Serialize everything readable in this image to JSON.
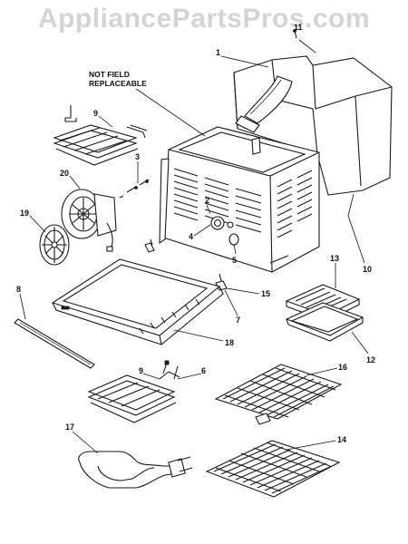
{
  "watermark": "AppliancePartsPros.com",
  "note": {
    "line1": "NOT FIELD",
    "line2": "REPLACEABLE"
  },
  "callouts": {
    "c1": "1",
    "c11": "11",
    "c9a": "9",
    "c3": "3",
    "c20": "20",
    "c19": "19",
    "c4": "4",
    "c5": "5",
    "c10": "10",
    "c2": "2",
    "c13": "13",
    "c15": "15",
    "c7": "7",
    "c8": "8",
    "c18": "18",
    "c12": "12",
    "c9b": "9",
    "c6": "6",
    "c16": "16",
    "c17": "17",
    "c14": "14"
  }
}
